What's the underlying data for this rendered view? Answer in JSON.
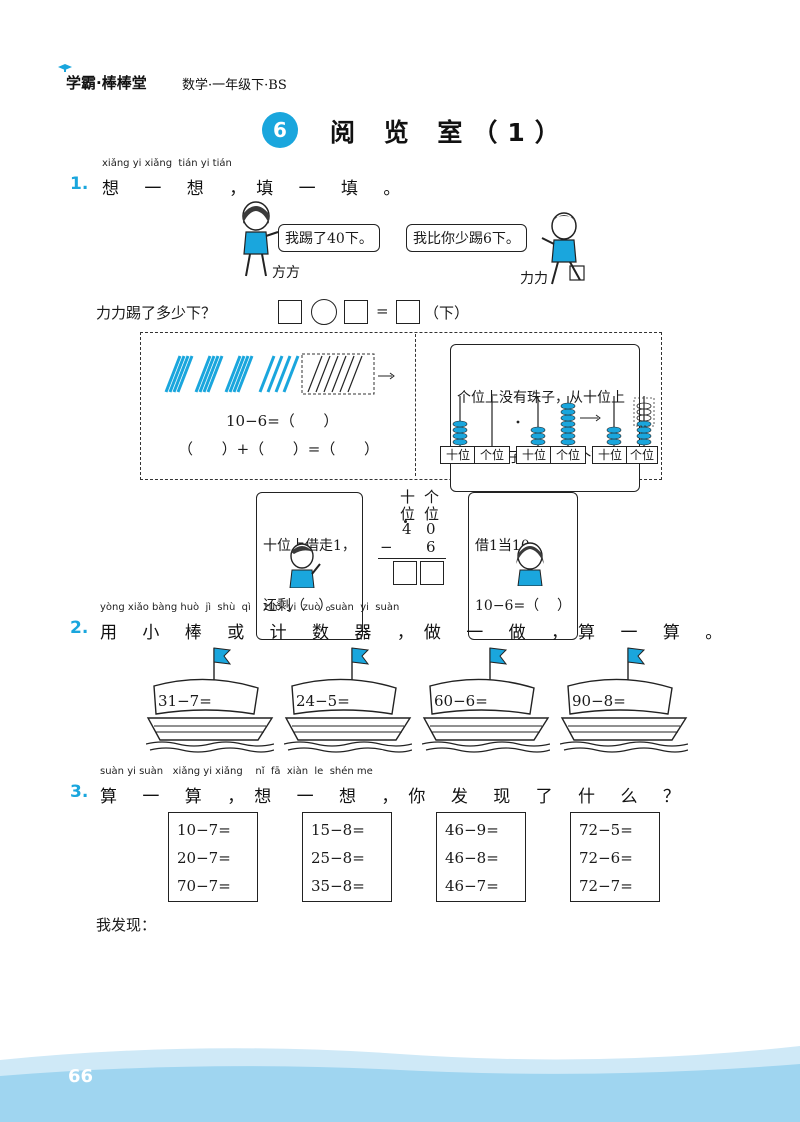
{
  "header": {
    "brand": "学霸·棒棒堂",
    "subtitle": "数学·一年级下·BS"
  },
  "title": {
    "number": "6",
    "text": "阅 览 室（1）"
  },
  "q1": {
    "num": "1.",
    "pinyin": "xiǎng yi xiǎng  tián yi tián",
    "text": "想 一 想 ，填 一 填 。",
    "bubble_fangfang": "我踢了40下。",
    "bubble_lili": "我比你少踢6下。",
    "name_fangfang": "方方",
    "name_lili": "力力",
    "question": "力力踢了多少下？",
    "eq_equals": "=",
    "unit": "（下）",
    "sticks_eq1": "10−6=（      ）",
    "sticks_eq2": "（      ）+（      ）=（      ）",
    "abacus_note_line1": "个位上没有珠子，从十位上",
    "abacus_note_line2": "借1个珠子当（   ）个珠子。",
    "place_tens": "十位",
    "place_ones": "个位",
    "left_bubble_line1": "十位上借走1，",
    "left_bubble_line2": "还剩（   ）。",
    "vert_tens": "十",
    "vert_ones": "个",
    "vert_tens2": "位",
    "vert_ones2": "位",
    "vert_top_tens": "4",
    "vert_top_ones": "0",
    "vert_minus": "−",
    "vert_sub": "6",
    "right_bubble_line1": "借1当10。",
    "right_bubble_line2": "10−6=（    ）"
  },
  "q2": {
    "num": "2.",
    "pinyin": "yòng xiǎo bàng huò  jì  shù  qì    zuò  yi  zuò   suàn  yi  suàn",
    "text": "用 小 棒 或 计 数 器 ，做 一 做 ，算 一 算 。",
    "boats": [
      "31−7=",
      "24−5=",
      "60−6=",
      "90−8="
    ]
  },
  "q3": {
    "num": "3.",
    "pinyin": "suàn yi suàn   xiǎng yi xiǎng    nǐ  fā  xiàn  le  shén me",
    "text": "算 一 算 ，想 一 想 ，你 发 现 了 什 么 ？",
    "cards": [
      [
        "10−7=",
        "20−7=",
        "70−7="
      ],
      [
        "15−8=",
        "25−8=",
        "35−8="
      ],
      [
        "46−9=",
        "46−8=",
        "46−7="
      ],
      [
        "72−5=",
        "72−6=",
        "72−7="
      ]
    ],
    "found": "我发现："
  },
  "page_number": "66",
  "colors": {
    "accent": "#1aa6dd",
    "footer_wave": "#cfe9f7"
  }
}
